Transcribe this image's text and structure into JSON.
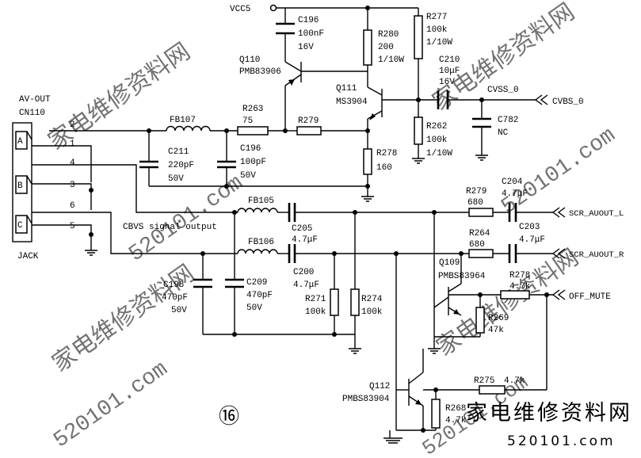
{
  "diagram": {
    "watermark_text": "家电维修资料网",
    "watermark_domain": "520101.com",
    "footer_brand": "家电维修资料网",
    "footer_domain": "520101.com",
    "circled_number": "⑯",
    "rails": {
      "vcc": "VCC5"
    },
    "connector": {
      "title": "AV-OUT",
      "ref": "CN110",
      "kind": "JACK",
      "jacks": [
        "A",
        "B",
        "C"
      ],
      "pins": [
        "2",
        "1",
        "4",
        "3",
        "6",
        "5"
      ]
    },
    "note": "CBVS signal output",
    "components": {
      "C196_top": {
        "ref": "C196",
        "value": "100nF",
        "rating": "16V"
      },
      "R280": {
        "ref": "R280",
        "value": "200",
        "rating": "1/10W"
      },
      "R277": {
        "ref": "R277",
        "value": "100k",
        "rating": "1/10W"
      },
      "Q110": {
        "ref": "Q110",
        "part": "PMB83906"
      },
      "Q111": {
        "ref": "Q111",
        "part": "MS3904"
      },
      "C210": {
        "ref": "C210",
        "value": "10μF",
        "rating": "16V"
      },
      "FB107": {
        "ref": "FB107"
      },
      "R263": {
        "ref": "R263",
        "value": "75"
      },
      "R279_top": {
        "ref": "R279"
      },
      "C211": {
        "ref": "C211",
        "value": "220pF",
        "rating": "50V"
      },
      "C196_mid": {
        "ref": "C196",
        "value": "100pF",
        "rating": "50V"
      },
      "R278_top": {
        "ref": "R278",
        "value": "160"
      },
      "R262": {
        "ref": "R262",
        "value": "100k",
        "rating": "1/10W"
      },
      "C782": {
        "ref": "C782",
        "value": "NC"
      },
      "FB105": {
        "ref": "FB105"
      },
      "C205": {
        "ref": "C205",
        "value": "4.7μF"
      },
      "FB106": {
        "ref": "FB106"
      },
      "C200": {
        "ref": "C200",
        "value": "4.7μF"
      },
      "C198": {
        "ref": "C198",
        "value": "470pF",
        "rating": "50V"
      },
      "C209": {
        "ref": "C209",
        "value": "470pF",
        "rating": "50V"
      },
      "R271": {
        "ref": "R271",
        "value": "100k"
      },
      "R274": {
        "ref": "R274",
        "value": "100k"
      },
      "R279_bot": {
        "ref": "R279",
        "value": "680"
      },
      "C204": {
        "ref": "C204",
        "value": "4.7μF"
      },
      "R264": {
        "ref": "R264",
        "value": "680"
      },
      "C203": {
        "ref": "C203",
        "value": "4.7μF"
      },
      "Q109": {
        "ref": "Q109",
        "part": "PMBS83964"
      },
      "R278_bot": {
        "ref": "R278",
        "value": "4.7k"
      },
      "R269": {
        "ref": "R269",
        "value": "47k"
      },
      "Q112": {
        "ref": "Q112",
        "part": "PMBS83904"
      },
      "R275": {
        "ref": "R275",
        "value": "4.7k"
      },
      "R268": {
        "ref": "R268",
        "value": "4.7k"
      }
    },
    "signals": {
      "cvss": "CVSS_0",
      "cvbs": "CVBS_0",
      "scr_l": "SCR_AUOUT_L",
      "scr_r": "SCR_AUOUT_R",
      "off_mute": "OFF_MUTE"
    }
  }
}
